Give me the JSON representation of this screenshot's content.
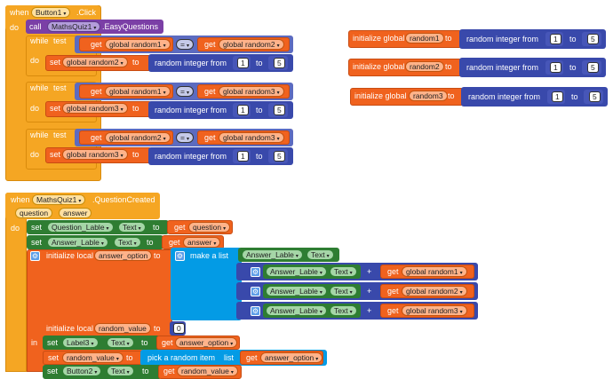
{
  "event1": {
    "when": "when",
    "component": "Button1",
    "event": ".Click",
    "do": "do",
    "call": "call",
    "call_component": "MathsQuiz1",
    "call_method": ".EasyQuestions",
    "loops": [
      {
        "while": "while",
        "test": "test",
        "get": "get",
        "left": "global random1",
        "op": "=",
        "right": "global random2",
        "do": "do",
        "set": "set",
        "set_var": "global random2",
        "to": "to",
        "random_label": "random integer from",
        "from": "1",
        "to_label": "to",
        "to_value": "5"
      },
      {
        "while": "while",
        "test": "test",
        "get": "get",
        "left": "global random1",
        "op": "=",
        "right": "global random3",
        "do": "do",
        "set": "set",
        "set_var": "global random3",
        "to": "to",
        "random_label": "random integer from",
        "from": "1",
        "to_label": "to",
        "to_value": "5"
      },
      {
        "while": "while",
        "test": "test",
        "get": "get",
        "left": "global random2",
        "op": "=",
        "right": "global random3",
        "do": "do",
        "set": "set",
        "set_var": "global random3",
        "to": "to",
        "random_label": "random integer from",
        "from": "1",
        "to_label": "to",
        "to_value": "5"
      }
    ]
  },
  "globals": [
    {
      "label": "initialize global",
      "name": "random1",
      "to": "to",
      "random_label": "random integer from",
      "from": "1",
      "to_label": "to",
      "to_value": "5"
    },
    {
      "label": "initialize global",
      "name": "random2",
      "to": "to",
      "random_label": "random integer from",
      "from": "1",
      "to_label": "to",
      "to_value": "5"
    },
    {
      "label": "initialize global",
      "name": "random3",
      "to": "to",
      "random_label": "random integer from",
      "from": "1",
      "to_label": "to",
      "to_value": "5"
    }
  ],
  "event2": {
    "when": "when",
    "component": "MathsQuiz1",
    "event": ".QuestionCreated",
    "params": [
      "question",
      "answer"
    ],
    "do": "do",
    "set1": {
      "set": "set",
      "component": "Question_Lable",
      "prop": "Text",
      "to": "to",
      "get": "get",
      "var": "question"
    },
    "set2": {
      "set": "set",
      "component": "Answer_Lable",
      "prop": "Text",
      "to": "to",
      "get": "get",
      "var": "answer"
    },
    "local1": {
      "label": "initialize local",
      "name": "answer_option",
      "to": "to",
      "make_list": "make a list"
    },
    "list_first": {
      "component": "Answer_Lable",
      "prop": "Text"
    },
    "list_items": [
      {
        "component": "Answer_Lable",
        "prop": "Text",
        "op": "+",
        "get": "get",
        "var": "global random1"
      },
      {
        "component": "Answer_Lable",
        "prop": "Text",
        "op": "+",
        "get": "get",
        "var": "global random2"
      },
      {
        "component": "Answer_Lable",
        "prop": "Text",
        "op": "+",
        "get": "get",
        "var": "global random3"
      }
    ],
    "local2": {
      "label": "initialize local",
      "name": "random_value",
      "to": "to",
      "value": "0"
    },
    "in": "in",
    "set3": {
      "set": "set",
      "component": "Label3",
      "prop": "Text",
      "to": "to",
      "get": "get",
      "var": "answer_option"
    },
    "set4": {
      "set": "set",
      "var": "random_value",
      "to": "to",
      "pick": "pick a random item",
      "list": "list",
      "get": "get",
      "list_var": "answer_option"
    },
    "set5": {
      "set": "set",
      "component": "Button2",
      "prop": "Text",
      "to": "to",
      "get": "get",
      "var": "random_value"
    }
  },
  "colors": {
    "control": "#f5a623",
    "procedure": "#7b3fa6",
    "variable": "#f0621e",
    "math": "#3949ab",
    "logic": "#5c6bc0",
    "component": "#2e7d32",
    "list": "#039be5"
  }
}
